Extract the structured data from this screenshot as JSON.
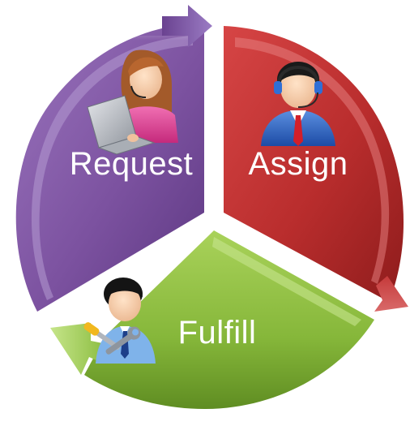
{
  "diagram": {
    "stages": [
      {
        "label": "Request",
        "color": "#7f56a1",
        "icon": "woman-at-laptop-icon"
      },
      {
        "label": "Assign",
        "color": "#c23636",
        "icon": "headset-agent-icon"
      },
      {
        "label": "Fulfill",
        "color": "#8cba3d",
        "icon": "technician-with-tools-icon"
      }
    ]
  }
}
